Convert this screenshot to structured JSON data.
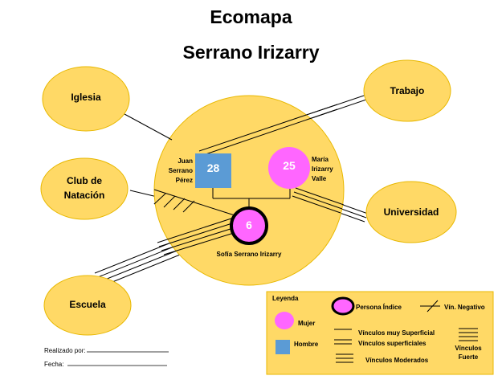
{
  "header": {
    "title": "Ecomapa",
    "subtitle": "Serrano Irizarry"
  },
  "colors": {
    "circle_fill": "#ffd966",
    "circle_stroke": "#c9a300",
    "female": "#ff66ff",
    "male": "#5b9bd5",
    "line": "#000000"
  },
  "systems": {
    "iglesia": "Iglesia",
    "trabajo": "Trabajo",
    "natacion": "Club de Natación",
    "universidad": "Universidad",
    "escuela": "Escuela"
  },
  "family": {
    "father": {
      "age": "28",
      "name": "Juan Serrano Pérez"
    },
    "mother": {
      "age": "25",
      "name": "María Irizarry Valle"
    },
    "child": {
      "age": "6",
      "name": "Sofía Serrano Irizarry"
    }
  },
  "legend": {
    "title": "Leyenda",
    "index_person": "Persona Índice",
    "negative": "Vín. Negativo",
    "female": "Mujer",
    "male": "Hombre",
    "very_superficial": "Vínculos muy  Superficial",
    "superficial": "Vínculos superficiales",
    "moderate": "Vínculos Moderados",
    "strong": "Vínculos Fuerte"
  },
  "footer": {
    "made_by": "Realizado por:",
    "date": "Fecha:"
  }
}
